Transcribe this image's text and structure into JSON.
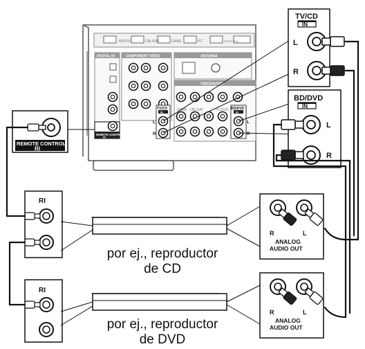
{
  "receiver": {
    "sections": {
      "digital_in": "DIGITAL IN",
      "component_video": "COMPONENT VIDEO",
      "antenna": "ANTENNA",
      "video_audio": "VIDEO/AUDIO"
    },
    "hdmi_labels": [
      "BD/DVD",
      "CBL/SAT",
      "GAME",
      "PC",
      "STRM BOX"
    ],
    "jack_labels": {
      "tv_cd": "TV/CD",
      "game": "GAME",
      "cbl_sat": "CBL/SAT",
      "bd_dvd": "BD/DVD",
      "pc_dvd": "PC/DVD",
      "in": "IN"
    },
    "remote_control_label": "REMOTE CONTROL",
    "ri_symbol": "RI"
  },
  "callouts": {
    "tv_cd": {
      "title": "TV/CD",
      "in": "IN",
      "left": "L",
      "right": "R"
    },
    "bd_dvd": {
      "title": "BD/DVD",
      "in": "IN",
      "left": "L",
      "right": "R"
    }
  },
  "remote_control": {
    "label": "REMOTE CONTROL",
    "symbol": "RI"
  },
  "devices": [
    {
      "ri": "RI",
      "caption_line1": "por ej., reproductor",
      "caption_line2": "de CD",
      "jacks": {
        "right": "R",
        "left": "L",
        "label1": "ANALOG",
        "label2": "AUDIO OUT"
      }
    },
    {
      "ri": "RI",
      "caption_line1": "por ej., reproductor",
      "caption_line2": "de DVD",
      "jacks": {
        "right": "R",
        "left": "L",
        "label1": "ANALOG",
        "label2": "AUDIO OUT"
      }
    }
  ]
}
